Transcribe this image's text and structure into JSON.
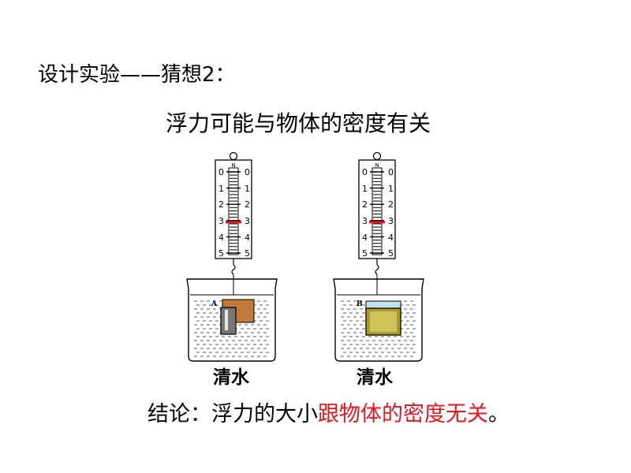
{
  "title": "设计实验——猜想2：",
  "hypothesis": "浮力可能与物体的密度有关",
  "scale": {
    "unit": "N",
    "ticks": [
      "0",
      "1",
      "2",
      "3",
      "4",
      "5"
    ],
    "left_ticks": [
      "0",
      "1",
      "2",
      "3",
      "4",
      "5"
    ],
    "right_ticks": [
      "0",
      "1",
      "2",
      "3",
      "4",
      "5"
    ],
    "pointer_color": "#e8141e"
  },
  "setups": [
    {
      "id": "A",
      "object_label": "A",
      "liquid_label": "清水",
      "reading": 3.1,
      "object_colors": {
        "body": "#c17a3a",
        "inner": "#777777",
        "highlight": "#e6e6e6"
      }
    },
    {
      "id": "B",
      "object_label": "B",
      "liquid_label": "清水",
      "reading": 3.1,
      "object_colors": {
        "body": "#a89a2c",
        "inner": "#cfc35a",
        "top": "#bfe3ea"
      }
    }
  ],
  "conclusion": {
    "prefix": "结论：浮力的大小",
    "highlight": "跟物体的密度无关",
    "suffix": "。",
    "highlight_color": "#e8141e"
  }
}
